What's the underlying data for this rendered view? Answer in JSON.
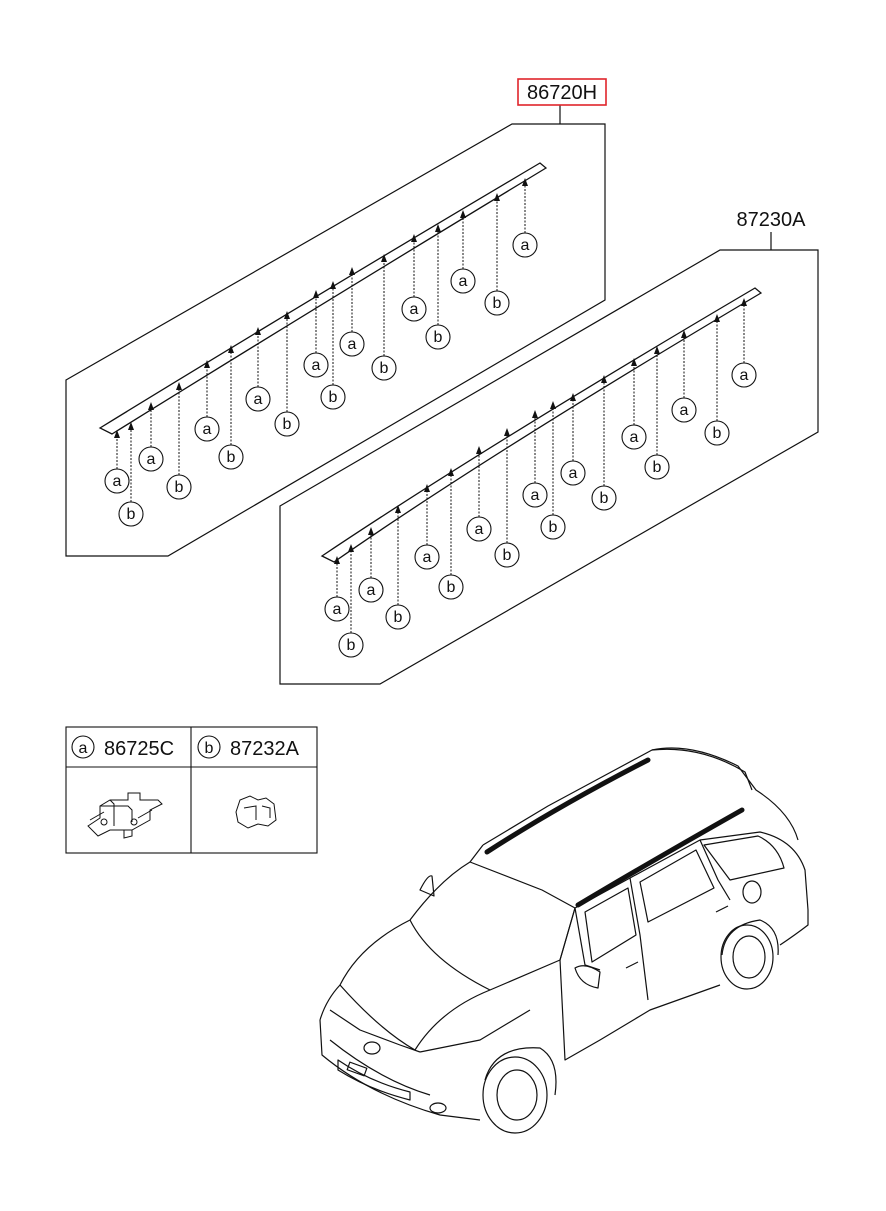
{
  "parts": {
    "upper_rail": "86720H",
    "lower_rail": "87230A"
  },
  "callouts": {
    "a": "a",
    "b": "b"
  },
  "legend": {
    "a_letter": "a",
    "a_part": "86725C",
    "b_letter": "b",
    "b_part": "87232A"
  },
  "colors": {
    "highlight": "#e0252b",
    "line": "#111111"
  }
}
